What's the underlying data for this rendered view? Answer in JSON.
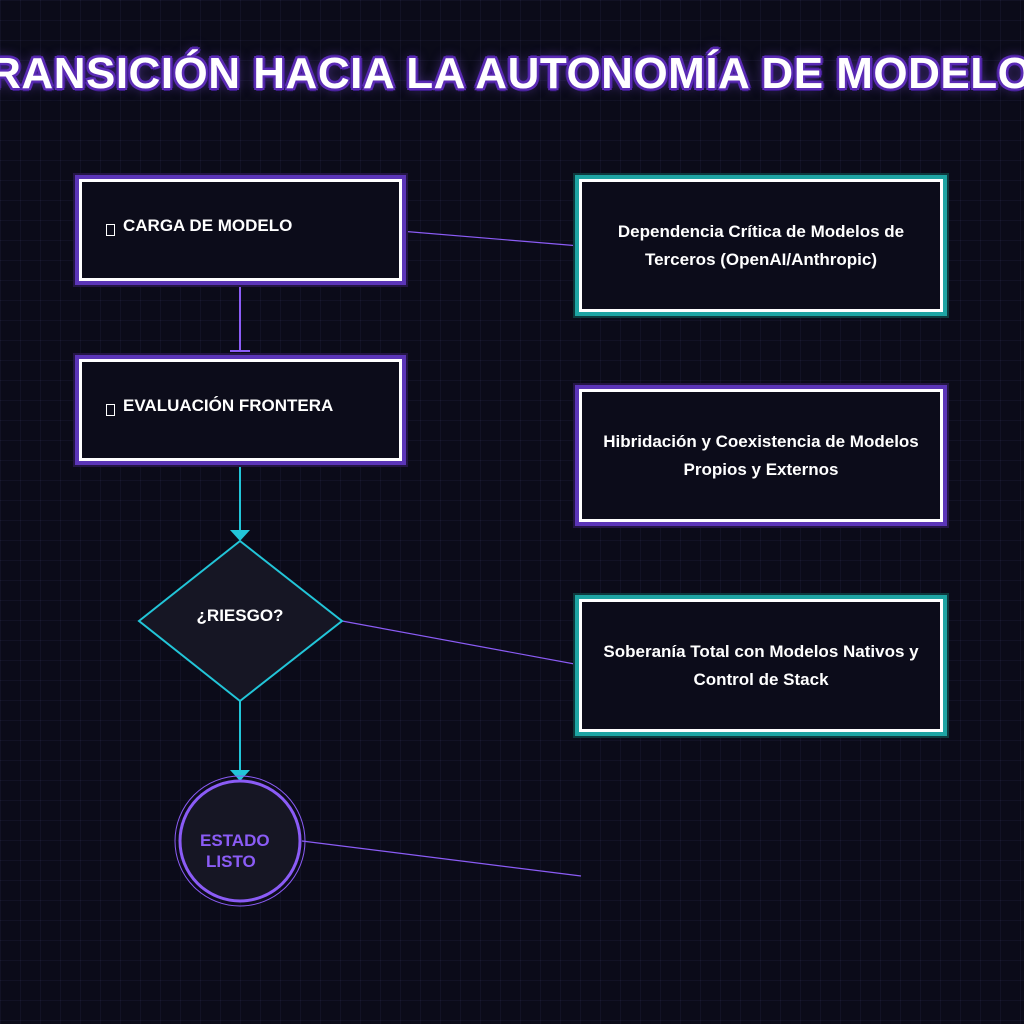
{
  "title": "TRANSICIÓN HACIA LA AUTONOMÍA DE MODELOS",
  "steps": [
    {
      "icon": "square-icon",
      "label": "CARGA DE MODELO"
    },
    {
      "icon": "square-icon",
      "label": "EVALUACIÓN FRONTERA"
    }
  ],
  "decision": {
    "label": "¿RIESGO?"
  },
  "end_state": {
    "line1": "ESTADO",
    "line2": "LISTO"
  },
  "states": [
    {
      "text": "Dependencia Crítica de Modelos de Terceros (OpenAI/Anthropic)",
      "accent": "teal"
    },
    {
      "text": "Hibridación y Coexistencia de Modelos Propios y Externos",
      "accent": "purple"
    },
    {
      "text": "Soberanía Total con Modelos Nativos y Control de Stack",
      "accent": "teal"
    }
  ],
  "colors": {
    "background": "#0b0b19",
    "purple": "#8b5cf6",
    "teal": "#22c5d8",
    "white": "#ffffff"
  }
}
